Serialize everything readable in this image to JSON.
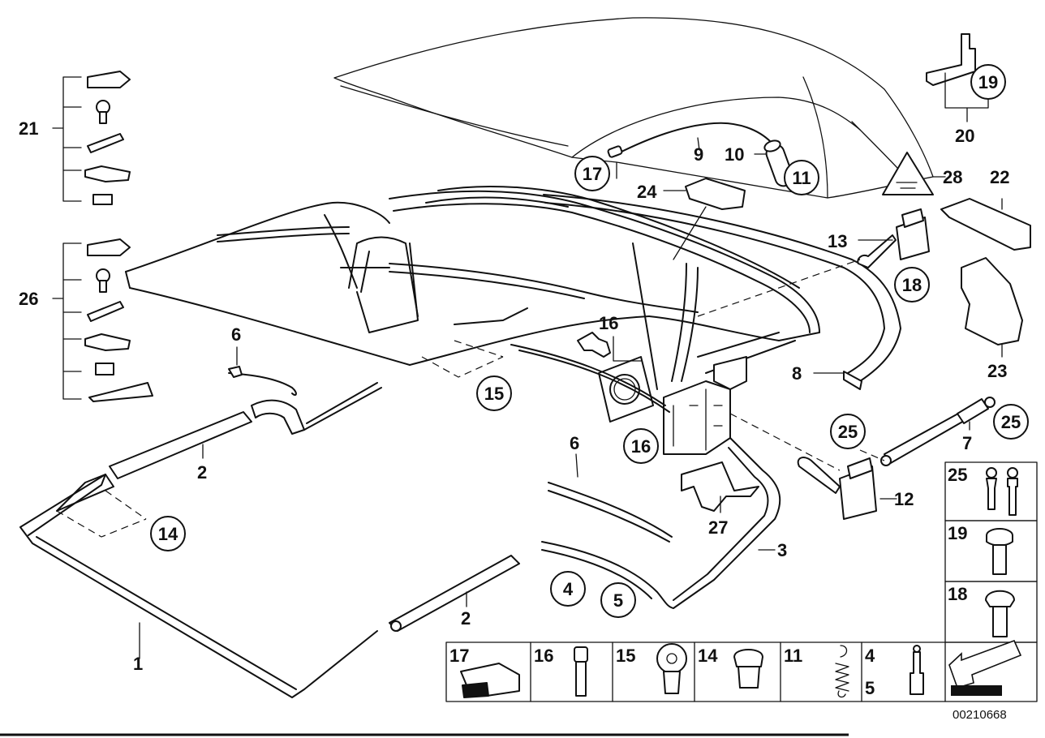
{
  "callouts": {
    "c1": "1",
    "c2a": "2",
    "c2b": "2",
    "c3": "3",
    "c4": "4",
    "c5": "5",
    "c6a": "6",
    "c6b": "6",
    "c7": "7",
    "c8": "8",
    "c9": "9",
    "c10": "10",
    "c11": "11",
    "c12": "12",
    "c13": "13",
    "c14": "14",
    "c15": "15",
    "c16a": "16",
    "c16b": "16",
    "c17": "17",
    "c18": "18",
    "c19": "19",
    "c20": "20",
    "c21": "21",
    "c22": "22",
    "c23": "23",
    "c24": "24",
    "c25a": "25",
    "c25b": "25",
    "c26": "26",
    "c27": "27",
    "c28": "28"
  },
  "legend_bottom": [
    "17",
    "16",
    "15",
    "14",
    "11",
    "4",
    "5"
  ],
  "legend_right": [
    "25",
    "19",
    "18"
  ],
  "diagram_number": "00210668"
}
